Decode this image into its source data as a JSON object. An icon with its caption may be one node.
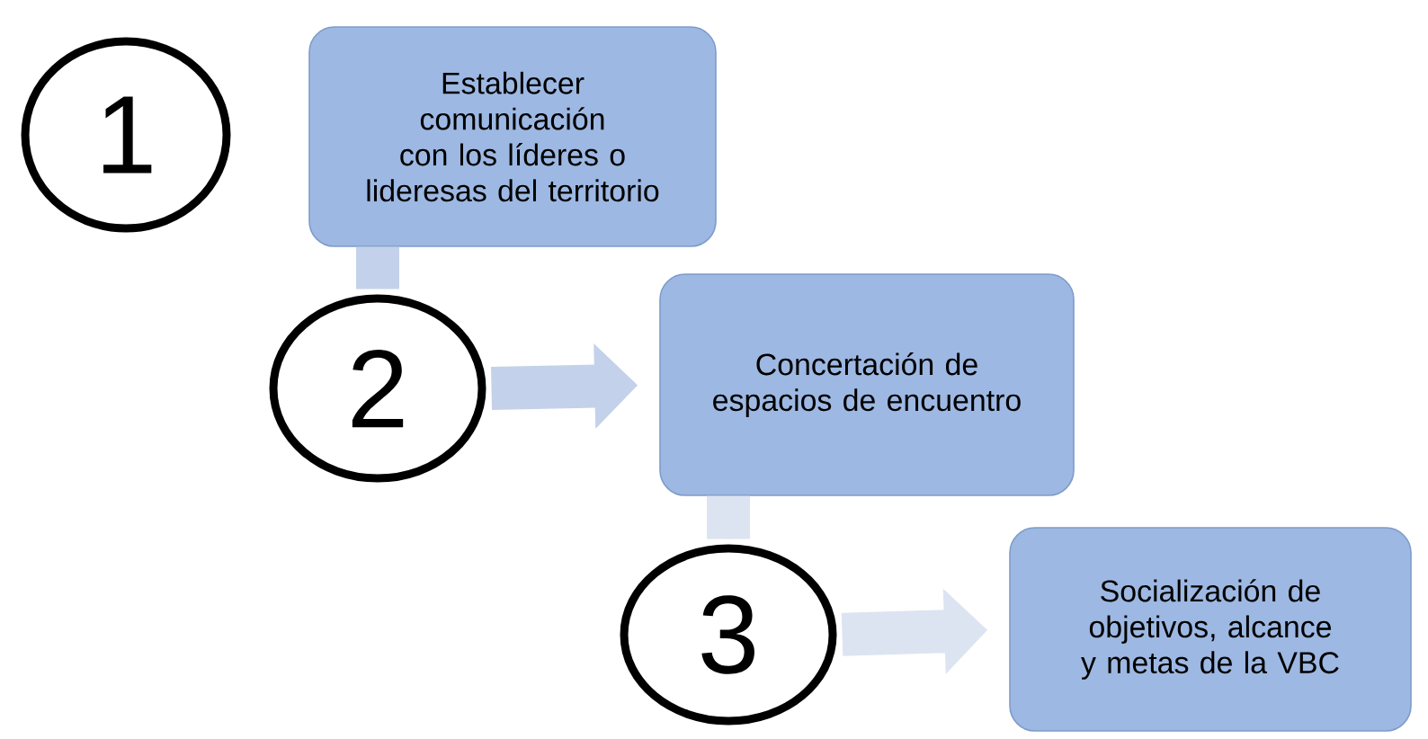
{
  "diagram": {
    "nodes": [
      {
        "text": [
          "1"
        ]
      },
      {
        "text": [
          "Establecer comunicación con los líderes o lideresas del territorio"
        ]
      },
      {
        "text": [
          "2"
        ]
      },
      {
        "text": [
          "Concertación de espacios de encuentro"
        ]
      },
      {
        "text": [
          "3"
        ]
      },
      {
        "text": [
          "Socialización de objetivos, alcance y metas de la VBC"
        ]
      }
    ],
    "edges": [
      {
        "from": 1,
        "to": 2,
        "arrow": "none",
        "color": "#c3d2ea"
      },
      {
        "from": 2,
        "to": 3,
        "arrow": "to",
        "color": "#c3d2ea"
      },
      {
        "from": 3,
        "to": 4,
        "arrow": "none",
        "color": "#dce4f2"
      },
      {
        "from": 4,
        "to": 5,
        "arrow": "to",
        "color": "#dce4f2"
      }
    ]
  }
}
